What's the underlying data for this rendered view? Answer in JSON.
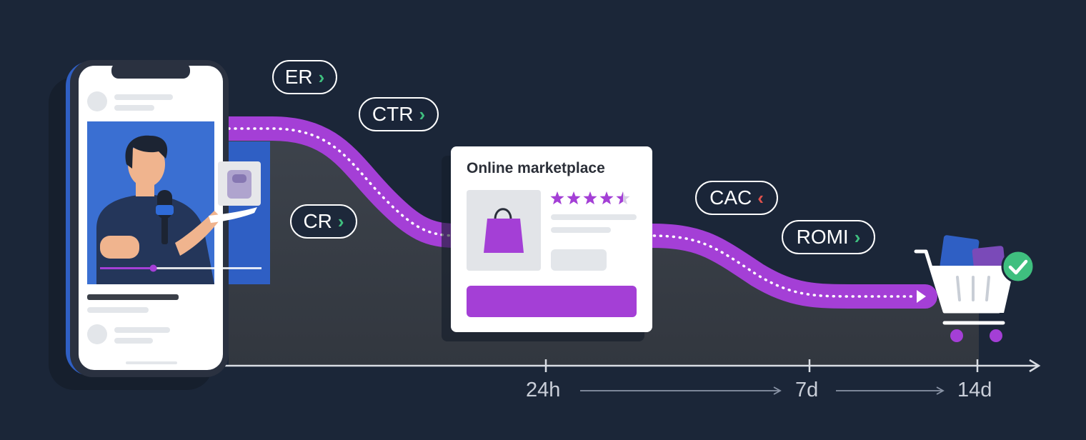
{
  "metrics": [
    {
      "label": "ER",
      "direction": "up",
      "chevron": "›",
      "color": "#3fbf7f"
    },
    {
      "label": "CTR",
      "direction": "up",
      "chevron": "›",
      "color": "#3fbf7f"
    },
    {
      "label": "CR",
      "direction": "up",
      "chevron": "›",
      "color": "#3fbf7f"
    },
    {
      "label": "CAC",
      "direction": "down",
      "chevron": "‹",
      "color": "#e0514c"
    },
    {
      "label": "ROMI",
      "direction": "up",
      "chevron": "›",
      "color": "#3fbf7f"
    }
  ],
  "timeline": {
    "ticks": [
      "24h",
      "7d",
      "14d"
    ]
  },
  "marketplace": {
    "title": "Online marketplace",
    "rating": 4.5,
    "rating_max": 5
  },
  "video": {
    "progress": 0.33
  },
  "icons": [
    "smartphone-icon",
    "microphone-icon",
    "shopping-bag-icon",
    "star-icon",
    "shopping-cart-icon",
    "checkmark-icon"
  ],
  "colors": {
    "background": "#1b2638",
    "accent": "#a43fd6",
    "positive": "#3fbf7f",
    "negative": "#e0514c",
    "phone_frame": "#2f5fc4"
  }
}
